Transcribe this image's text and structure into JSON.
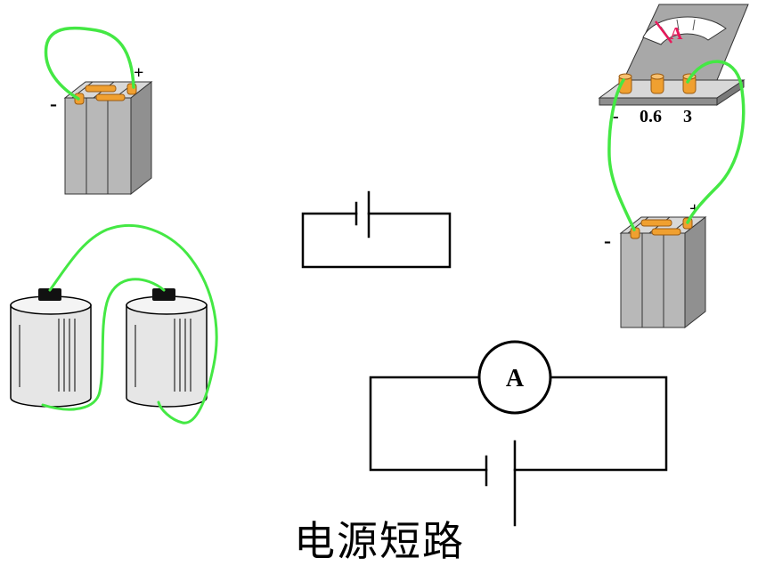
{
  "caption": "电源短路",
  "battery_pack_top_left": {
    "plus_label": "+",
    "minus_label": "-"
  },
  "battery_pack_right": {
    "plus_label": "+",
    "minus_label": "-"
  },
  "ammeter": {
    "dial_symbol": "A",
    "terminal_labels": [
      "-",
      "0.6",
      "3"
    ]
  },
  "circuit_diagram": {
    "ammeter_symbol": "A"
  },
  "colors": {
    "wire": "#44e844",
    "terminal": "#f0a030",
    "battery_body": "#b8b8b8",
    "meter_body": "#a8a8a8",
    "needle": "#e8185a"
  }
}
